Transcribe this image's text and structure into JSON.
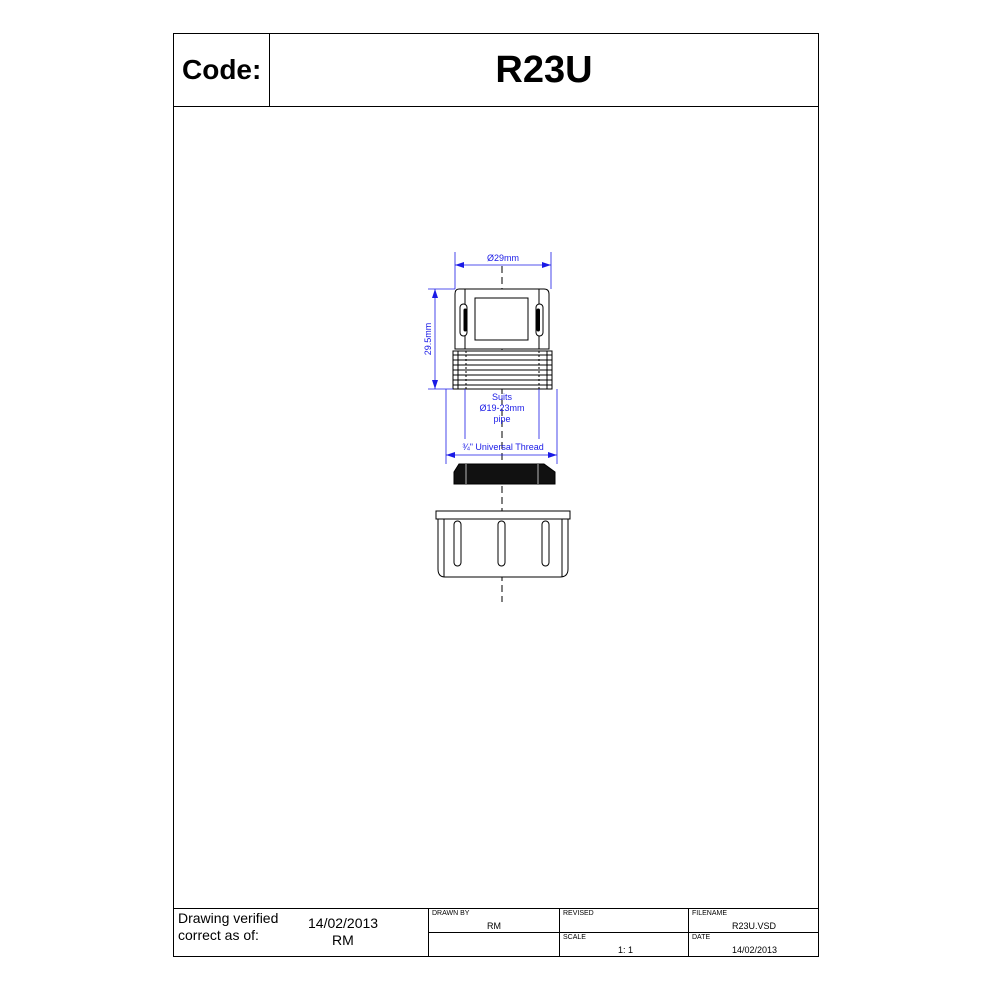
{
  "header": {
    "code_label": "Code:",
    "code_value": "R23U"
  },
  "dimensions": {
    "outer_diameter": "Ø29mm",
    "height": "29.5mm",
    "suits_line1": "Suits",
    "suits_line2": "Ø19-23mm",
    "suits_line3": "pipe",
    "thread": "¾\" Universal Thread"
  },
  "colors": {
    "dimension": "#1a1ae6",
    "line": "#000000",
    "seal": "#111111"
  },
  "title_block": {
    "verified_line1": "Drawing verified",
    "verified_line2": "correct as of:",
    "verified_date": "14/02/2013",
    "verified_by": "RM",
    "drawn_by_label": "DRAWN BY",
    "drawn_by": "RM",
    "revised_label": "REVISED",
    "revised": "",
    "filename_label": "FILENAME",
    "filename": "R23U.VSD",
    "scale_label": "SCALE",
    "scale": "1: 1",
    "date_label": "DATE",
    "date": "14/02/2013"
  }
}
